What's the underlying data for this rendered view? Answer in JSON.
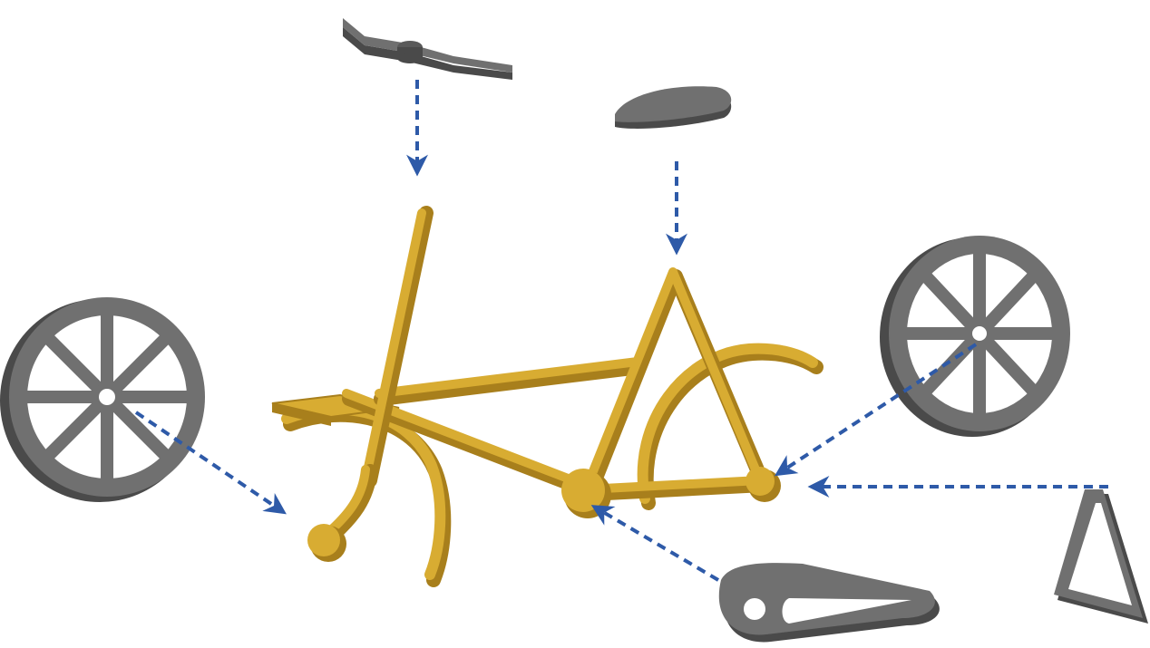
{
  "diagram": {
    "colors": {
      "frame": "#d8ac32",
      "frame_side": "#a87f1c",
      "part": "#707070",
      "part_side": "#4a4a4a",
      "arrow": "#2e5aa8",
      "background": "#ffffff"
    },
    "parts": [
      {
        "name": "handlebar",
        "attaches_to": "head-tube"
      },
      {
        "name": "saddle",
        "attaches_to": "seat-tube"
      },
      {
        "name": "front-wheel",
        "attaches_to": "front-fork"
      },
      {
        "name": "rear-wheel",
        "attaches_to": "rear-dropout"
      },
      {
        "name": "kickstand",
        "attaches_to": "rear-dropout"
      },
      {
        "name": "chain-guard",
        "attaches_to": "bottom-bracket"
      }
    ]
  }
}
